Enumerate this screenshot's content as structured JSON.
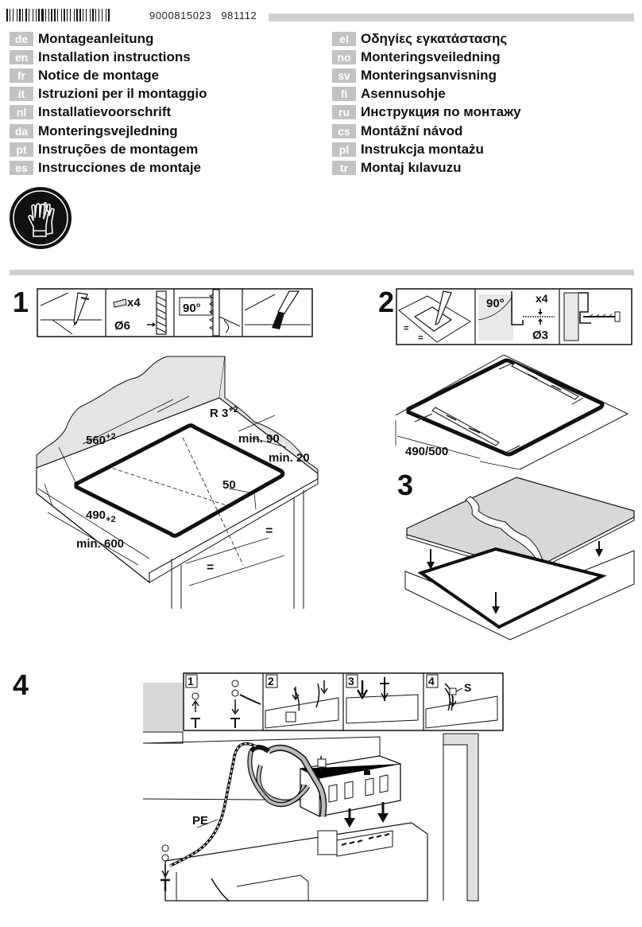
{
  "header": {
    "doc_number": "9000815023",
    "doc_date": "981112"
  },
  "languages_left": [
    {
      "code": "de",
      "title": "Montageanleitung"
    },
    {
      "code": "en",
      "title": "Installation instructions"
    },
    {
      "code": "fr",
      "title": "Notice de montage"
    },
    {
      "code": "it",
      "title": "Istruzioni per il montaggio"
    },
    {
      "code": "nl",
      "title": "Installatievoorschrift"
    },
    {
      "code": "da",
      "title": "Monteringsvejledning"
    },
    {
      "code": "pt",
      "title": "Instruções de montagem"
    },
    {
      "code": "es",
      "title": "Instrucciones de montaje"
    }
  ],
  "languages_right": [
    {
      "code": "el",
      "title": "Οδηγίες εγκατάστασης"
    },
    {
      "code": "no",
      "title": "Monteringsveiledning"
    },
    {
      "code": "sv",
      "title": "Monteringsanvisning"
    },
    {
      "code": "fi",
      "title": "Asennusohje"
    },
    {
      "code": "ru",
      "title": "Инструкция по монтажу"
    },
    {
      "code": "cs",
      "title": "Montážní návod"
    },
    {
      "code": "pl",
      "title": "Instrukcja montażu"
    },
    {
      "code": "tr",
      "title": "Montaj kılavuzu"
    }
  ],
  "steps": {
    "s1": "1",
    "s2": "2",
    "s3": "3",
    "s4": "4"
  },
  "step1": {
    "tools_x4": "x4",
    "drill": "Ø6",
    "angle": "90°",
    "dim_r": "R 3",
    "dim_r_tol": "+2",
    "dim_560": "560",
    "dim_560_tol": "+2",
    "dim_min90": "min. 90",
    "dim_min20": "min. 20",
    "dim_50": "50",
    "dim_490": "490",
    "dim_490_tol": "+2",
    "dim_min600": "min. 600",
    "eq": "="
  },
  "step2": {
    "angle": "90°",
    "x4": "x4",
    "drill": "Ø3",
    "eq": "=",
    "dim_490_500": "490/500"
  },
  "step4": {
    "sub1": "1",
    "sub2": "2",
    "sub3": "3",
    "sub4": "4",
    "s_label": "S",
    "pe_label": "PE"
  }
}
